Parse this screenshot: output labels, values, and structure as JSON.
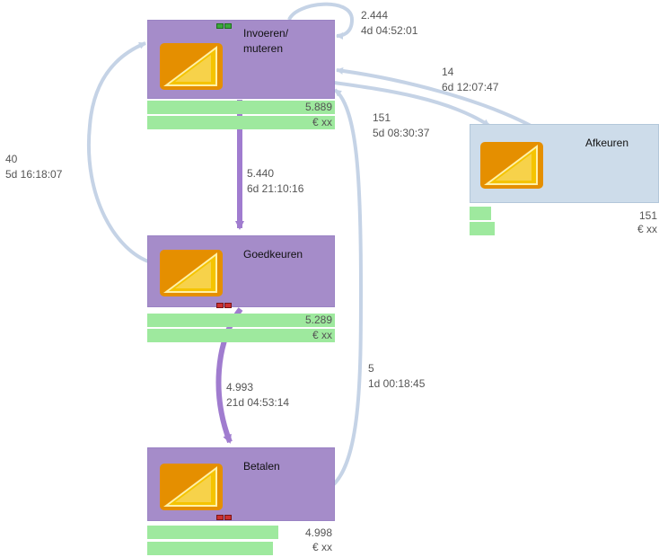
{
  "nodes": {
    "invoeren": {
      "label_line1": "Invoeren/",
      "label_line2": "muteren",
      "count": "5.889",
      "amount": "€ xx",
      "marker_color": "#3aa83a"
    },
    "goedkeuren": {
      "label": "Goedkeuren",
      "count": "5.289",
      "amount": "€ xx",
      "marker_color": "#cc3030"
    },
    "betalen": {
      "label": "Betalen",
      "count": "4.998",
      "amount": "€ xx",
      "marker_color": "#cc3030"
    },
    "afkeuren": {
      "label": "Afkeuren",
      "count": "151",
      "amount": "€ xx"
    }
  },
  "edges": {
    "self_loop": {
      "count": "2.444",
      "duration": "4d 04:52:01"
    },
    "invoeren_to_afkeuren": {
      "count": "151",
      "duration": "5d 08:30:37"
    },
    "afkeuren_to_invoeren": {
      "count": "14",
      "duration": "6d 12:07:47"
    },
    "goedkeuren_to_invoeren": {
      "count": "40",
      "duration": "5d 16:18:07"
    },
    "invoeren_to_goedkeuren": {
      "count": "5.440",
      "duration": "6d 21:10:16"
    },
    "goedkeuren_to_betalen": {
      "count": "4.993",
      "duration": "21d 04:53:14"
    },
    "betalen_to_invoeren": {
      "count": "5",
      "duration": "1d 00:18:45"
    }
  },
  "colors": {
    "node_purple": "#a58cc9",
    "node_blue": "#cddcea",
    "edge_main": "#a07ccf",
    "edge_light": "#c5d3e6",
    "bar_green": "#9ee99e",
    "icon_yellow": "#f5c400",
    "icon_orange": "#e58f00"
  }
}
